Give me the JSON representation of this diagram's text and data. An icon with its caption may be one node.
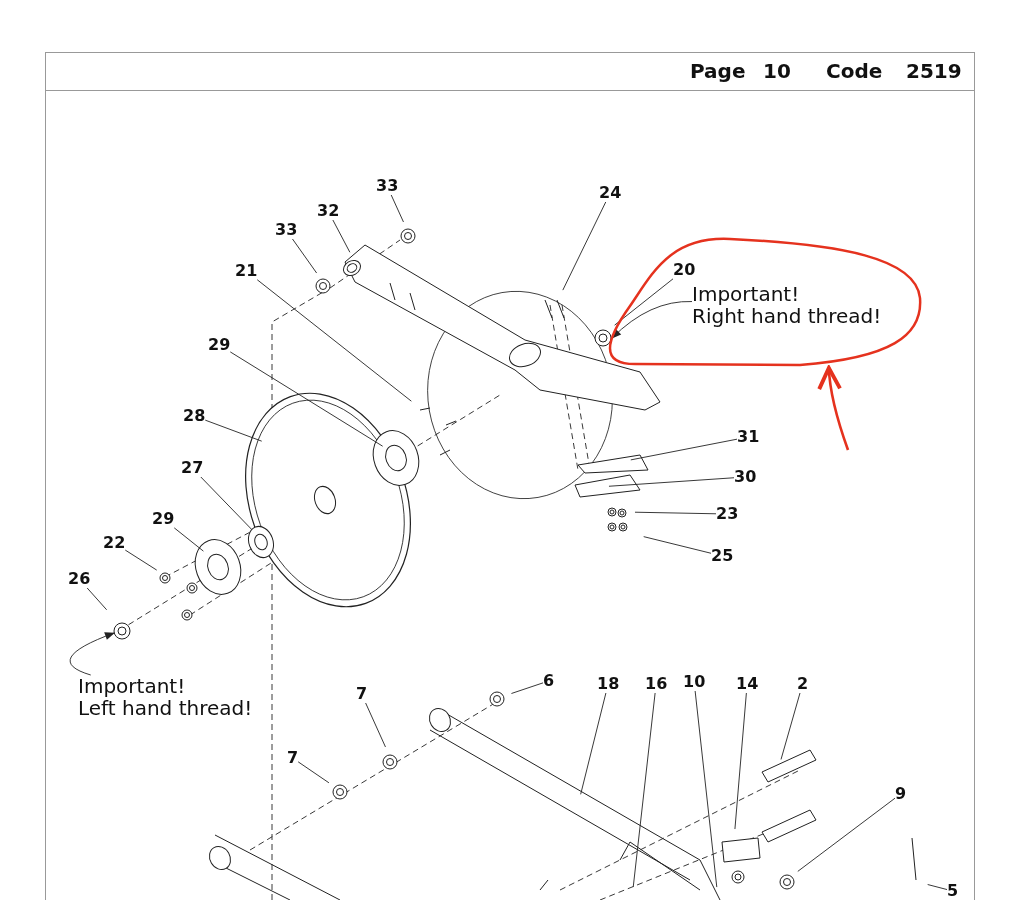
{
  "diagram": {
    "nodes": [
      {
        "text": [
          "33"
        ]
      },
      {
        "text": [
          "32"
        ]
      },
      {
        "text": [
          "33"
        ]
      },
      {
        "text": [
          "24"
        ]
      },
      {
        "text": [],
        "shape": "circle"
      },
      {
        "text": [
          "20"
        ],
        "in": 4
      },
      {
        "text": [
          "Important! Right hand thread!"
        ],
        "in": 4
      },
      {
        "text": [
          "21"
        ]
      },
      {
        "text": [
          "29"
        ]
      },
      {
        "text": [
          "28"
        ]
      },
      {
        "text": [
          "31"
        ]
      },
      {
        "text": [
          "27"
        ]
      },
      {
        "text": [
          "30"
        ]
      },
      {
        "text": [
          "29"
        ]
      },
      {
        "text": [
          "23"
        ]
      },
      {
        "text": [
          "22"
        ]
      },
      {
        "text": [
          "25"
        ]
      },
      {
        "text": [
          "26"
        ]
      },
      {
        "text": [
          "Important! Left hand thread!"
        ]
      },
      {
        "text": [
          "6"
        ]
      },
      {
        "text": [
          "18"
        ]
      },
      {
        "text": [
          "16"
        ]
      },
      {
        "text": [
          "10"
        ]
      },
      {
        "text": [
          "14"
        ]
      },
      {
        "text": [
          "2"
        ]
      },
      {
        "text": [
          "7"
        ]
      },
      {
        "text": [
          "7"
        ]
      },
      {
        "text": [
          "9"
        ]
      },
      {
        "text": [
          "5"
        ]
      }
    ],
    "edges": [
      {
        "from": 0,
        "to": null,
        "arrow": "none"
      },
      {
        "from": 1,
        "to": null,
        "arrow": "none"
      },
      {
        "from": 2,
        "to": null,
        "arrow": "none"
      },
      {
        "from": 3,
        "to": null,
        "arrow": "none"
      },
      {
        "from": null,
        "to": 4,
        "arrow": "to",
        "style": "thick",
        "color": "#e5321e"
      },
      {
        "from": 5,
        "to": null,
        "arrow": "none"
      },
      {
        "from": 6,
        "to": null,
        "arrow": "to"
      },
      {
        "from": 7,
        "to": null,
        "arrow": "none"
      },
      {
        "from": 8,
        "to": null,
        "arrow": "none"
      },
      {
        "from": 9,
        "to": null,
        "arrow": "none"
      },
      {
        "from": 10,
        "to": null,
        "arrow": "none"
      },
      {
        "from": 11,
        "to": null,
        "arrow": "none"
      },
      {
        "from": 12,
        "to": null,
        "arrow": "none"
      },
      {
        "from": 13,
        "to": null,
        "arrow": "none"
      },
      {
        "from": 14,
        "to": null,
        "arrow": "none"
      },
      {
        "from": 15,
        "to": null,
        "arrow": "none"
      },
      {
        "from": 16,
        "to": null,
        "arrow": "none"
      },
      {
        "from": 17,
        "to": null,
        "arrow": "none"
      },
      {
        "from": 18,
        "to": null,
        "arrow": "to"
      },
      {
        "from": 19,
        "to": null,
        "arrow": "none"
      },
      {
        "from": 20,
        "to": null,
        "arrow": "none"
      },
      {
        "from": 21,
        "to": null,
        "arrow": "none"
      },
      {
        "from": 22,
        "to": null,
        "arrow": "none"
      },
      {
        "from": 23,
        "to": null,
        "arrow": "none"
      },
      {
        "from": 24,
        "to": null,
        "arrow": "none"
      },
      {
        "from": 25,
        "to": null,
        "arrow": "none"
      },
      {
        "from": 26,
        "to": null,
        "arrow": "none"
      },
      {
        "from": 27,
        "to": null,
        "arrow": "none"
      },
      {
        "from": 28,
        "to": null,
        "arrow": "none"
      }
    ],
    "labels": [
      "Page",
      "10",
      "Code",
      "2519"
    ]
  }
}
